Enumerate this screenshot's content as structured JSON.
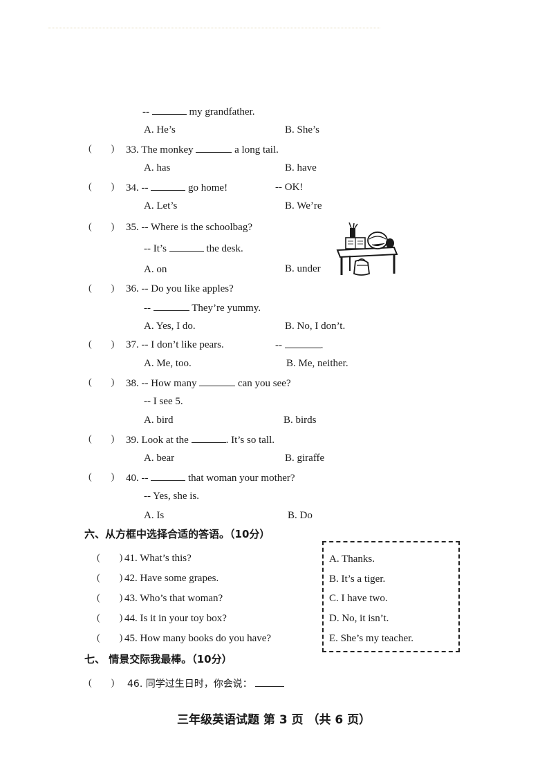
{
  "q32": {
    "line": "-- ______ my grandfather.",
    "prefix": "--",
    "rest": "my grandfather.",
    "opt_a": "A. He’s",
    "opt_b": "B. She’s"
  },
  "q33": {
    "paren": "(　　)",
    "num": "33.",
    "pre": "The monkey",
    "post": "a long tail.",
    "opt_a": "A. has",
    "opt_b": "B. have"
  },
  "q34": {
    "paren": "(　　)",
    "num": "34.",
    "pre": "--",
    "post": "go home!",
    "reply": "-- OK!",
    "opt_a": "A. Let’s",
    "opt_b": "B. We’re"
  },
  "q35": {
    "paren": "(　　)",
    "num": "35.",
    "line1": "-- Where is the schoolbag?",
    "pre2": "-- It’s",
    "post2": "the desk.",
    "opt_a": "A. on",
    "opt_b": "B. under"
  },
  "q36": {
    "paren": "(　　)",
    "num": "36.",
    "line1": "-- Do you like apples?",
    "pre2": "--",
    "post2": "They’re yummy.",
    "opt_a": "A. Yes, I do.",
    "opt_b": "B. No, I don’t."
  },
  "q37": {
    "paren": "(　　)",
    "num": "37.",
    "line1": "-- I don’t like pears.",
    "reply_pre": "--",
    "reply_post": ".",
    "opt_a": "A. Me, too.",
    "opt_b": "B. Me, neither."
  },
  "q38": {
    "paren": "(　　)",
    "num": "38.",
    "pre": "-- How many",
    "post": "can you see?",
    "line2": "-- I see 5.",
    "opt_a": "A. bird",
    "opt_b": "B. birds"
  },
  "q39": {
    "paren": "(　　)",
    "num": "39.",
    "pre": "Look at the",
    "post": ". It’s so tall.",
    "opt_a": "A. bear",
    "opt_b": "B. giraffe"
  },
  "q40": {
    "paren": "(　　)",
    "num": "40.",
    "pre": "--",
    "post": "that woman your mother?",
    "line2": "-- Yes, she is.",
    "opt_a": "A. Is",
    "opt_b": "B. Do"
  },
  "section6": {
    "title": "六、从方框中选择合适的答语。（10分）",
    "questions": [
      {
        "paren": "(　　)",
        "text": "41. What’s this?"
      },
      {
        "paren": "(　　)",
        "text": "42. Have some grapes."
      },
      {
        "paren": "(　　)",
        "text": "43. Who’s that woman?"
      },
      {
        "paren": "(　　)",
        "text": "44. Is it in your toy box?"
      },
      {
        "paren": "(　　)",
        "text": "45. How many books do you have?"
      }
    ],
    "answers": [
      "A.  Thanks.",
      "B.  It’s a tiger.",
      "C.  I have two.",
      "D.  No, it isn’t.",
      "E.  She’s my teacher."
    ]
  },
  "section7": {
    "title": "七、  情景交际我最棒。（10分）",
    "q46_paren": "(　　)",
    "q46_text": "46.  同学过生日时，你会说：",
    "q46_blank": "______"
  },
  "footer": "三年级英语试题  第 3 页  （共 6 页）",
  "image": {
    "name": "schoolbag-under-desk-illustration",
    "colors": {
      "ink": "#1a1a1a"
    }
  }
}
